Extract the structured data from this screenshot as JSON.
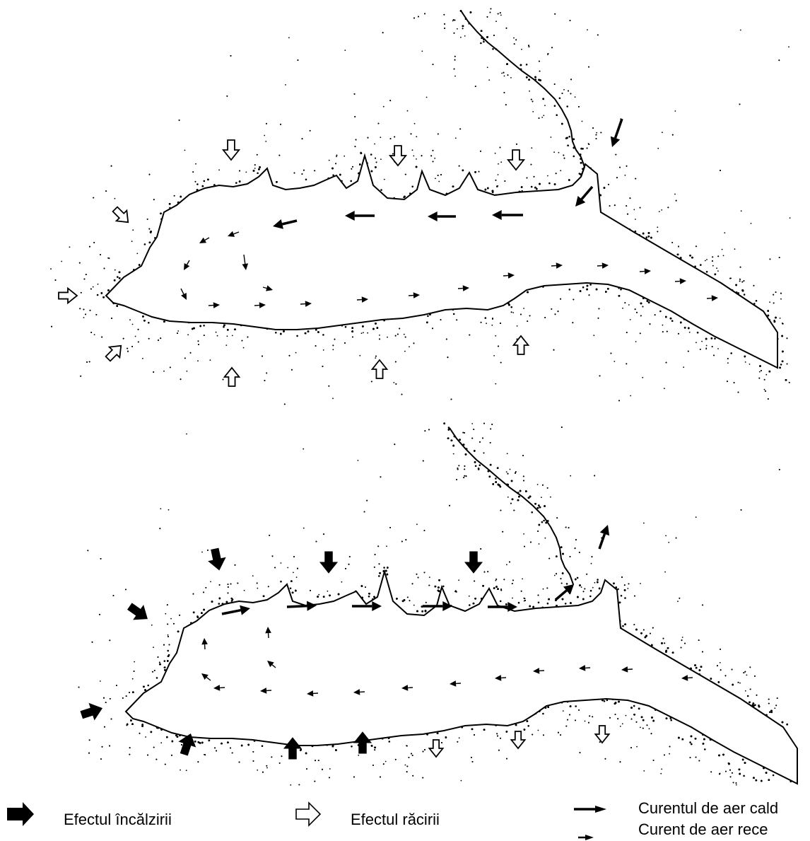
{
  "diagram": {
    "top_panel": {
      "effect": "cooling",
      "arrows_shown": "cold-air-flow"
    },
    "bottom_panel": {
      "effect": "warming-and-cooling",
      "arrows_shown": "warm-air-flow"
    }
  },
  "legend": {
    "warming_effect": {
      "label": "Efectul încălzirii",
      "icon": "solid-block-arrow-icon"
    },
    "cooling_effect": {
      "label": "Efectul răcirii",
      "icon": "hollow-block-arrow-icon"
    },
    "warm_air_current": {
      "label": "Curentul de aer cald",
      "icon": "long-arrow-icon"
    },
    "cold_air_current": {
      "label": "Curent de aer rece",
      "icon": "short-arrow-icon"
    }
  },
  "colors": {
    "ink": "#000000",
    "background": "#ffffff"
  }
}
